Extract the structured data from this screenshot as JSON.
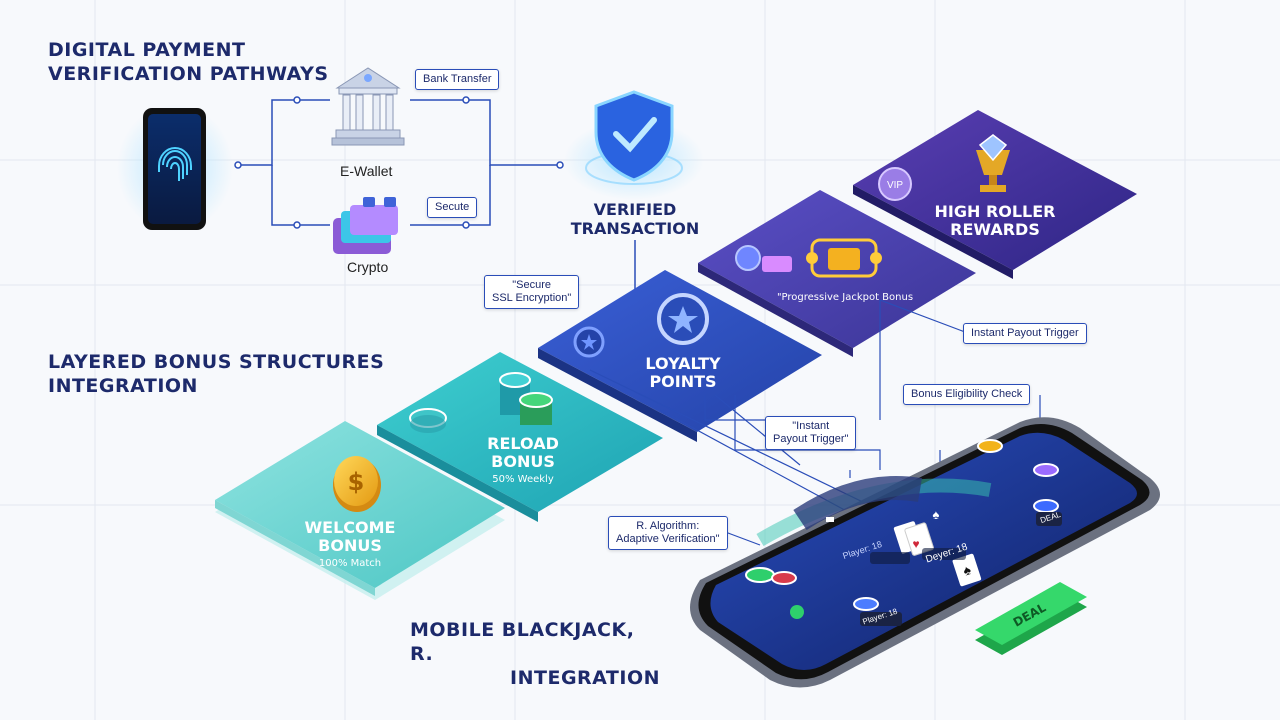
{
  "title_payment": [
    "DIGITAL PAYMENT",
    "VERIFICATION PATHWAYS"
  ],
  "title_bonus": [
    "LAYERED BONUS STRUCTURES",
    "INTEGRATION"
  ],
  "title_mobile": [
    "MOBILE BLACKJACK, R.",
    "INTEGRATION"
  ],
  "payment": {
    "bank_callout": "Bank Transfer",
    "ewallet_label": "E-Wallet",
    "secure_callout": "Secute",
    "crypto_label": "Crypto"
  },
  "verified": [
    "VERIFIED",
    "TRANSACTION"
  ],
  "tiers": {
    "welcome": {
      "title": [
        "WELCOME",
        "BONUS"
      ],
      "sub": "100% Match"
    },
    "reload": {
      "title": [
        "RELOAD",
        "BONUS"
      ],
      "sub": "50% Weekly"
    },
    "loyalty": {
      "title": [
        "LOYALTY",
        "POINTS"
      ]
    },
    "jackpot": {
      "sub": "\"Progressive Jackpot Bonus"
    },
    "highroller": {
      "title": [
        "HIGH ROLLER",
        "REWARDS"
      ],
      "badge": "VIP"
    }
  },
  "callouts": {
    "ssl": [
      "\"Secure",
      "SSL Encryption\""
    ],
    "instant_payout_right": "Instant Payout Trigger",
    "eligibility": "Bonus Eligibility Check",
    "instant_payout_mid": [
      "\"Instant",
      "Payout Trigger\""
    ],
    "algorithm": [
      "R. Algorithm:",
      "Adaptive Verification\""
    ]
  },
  "phone": {
    "player_label_top": "Player: 18",
    "dealer_label": "Deyer: 18",
    "player_label_bottom": "Player: 18",
    "deal_small": "DEAL",
    "deal_button": "DEAL"
  },
  "colors": {
    "navy": "#1d2a6b",
    "teal": "#5fd3cf",
    "blue": "#2f55c9",
    "purple": "#4a3fa6",
    "green": "#2fd15a"
  }
}
